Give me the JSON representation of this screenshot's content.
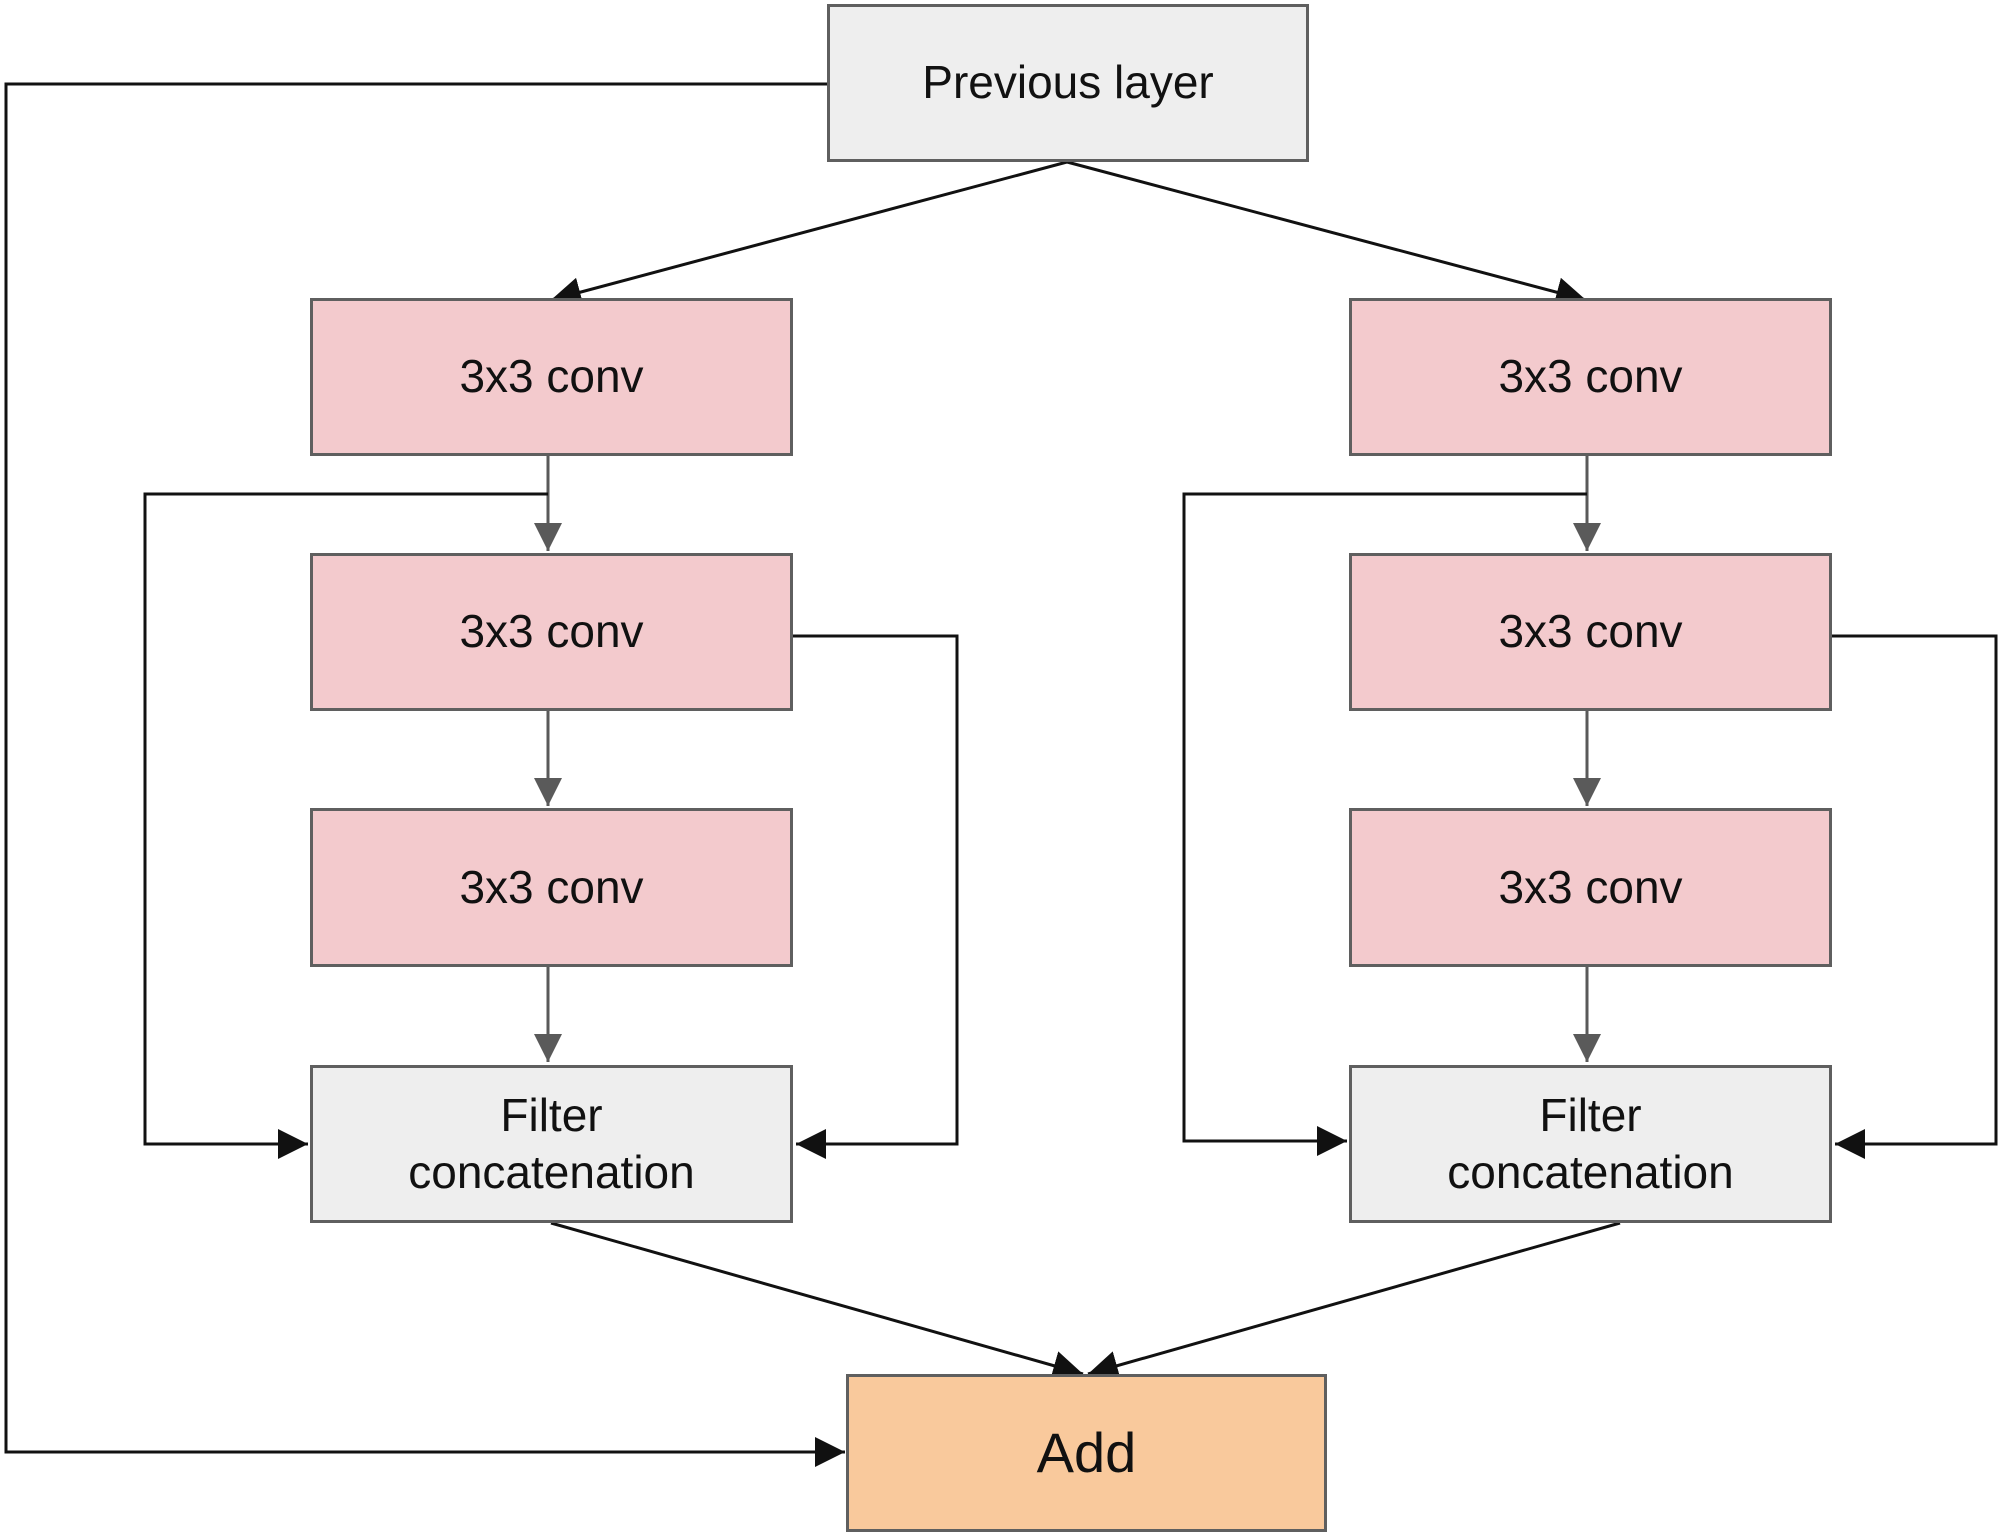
{
  "diagram": {
    "previous_layer": "Previous layer",
    "left_branch": {
      "conv_1": "3x3 conv",
      "conv_2": "3x3 conv",
      "conv_3": "3x3 conv",
      "concat_line1": "Filter",
      "concat_line2": "concatenation"
    },
    "right_branch": {
      "conv_1": "3x3 conv",
      "conv_2": "3x3 conv",
      "conv_3": "3x3 conv",
      "concat_line1": "Filter",
      "concat_line2": "concatenation"
    },
    "add": "Add"
  },
  "colors": {
    "grey_box": "#eeeeee",
    "conv_box": "#f3cacd",
    "add_box": "#f9c99c",
    "box_border": "#5f5f5f",
    "connector_black": "#111111",
    "connector_grey": "#5a5a5a"
  }
}
